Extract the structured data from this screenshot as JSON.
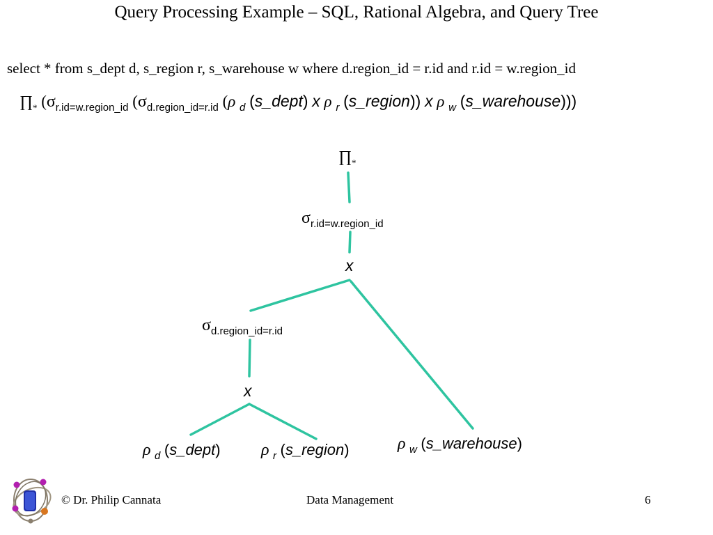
{
  "slide": {
    "title": "Query Processing Example – SQL, Rational Algebra, and Query Tree",
    "sql": "select * from s_dept d, s_region r, s_warehouse w where d.region_id = r.id and r.id = w.region_id"
  },
  "algebra": {
    "pi": "∏",
    "star": "*",
    "sigma": "σ",
    "rho": "ρ",
    "cross": "x",
    "cond_outer": "r.id=w.region_id",
    "cond_inner": "d.region_id=r.id",
    "alias_d": "d",
    "alias_r": "r",
    "alias_w": "w",
    "rel_dept": "s_dept",
    "rel_region": "s_region",
    "rel_warehouse": "s_warehouse"
  },
  "tree": {
    "root": {
      "symbol": "∏",
      "sub": "*"
    },
    "select_outer": {
      "symbol": "σ",
      "sub": "r.id=w.region_id"
    },
    "join_outer": {
      "symbol": "x"
    },
    "select_inner": {
      "symbol": "σ",
      "sub": "d.region_id=r.id"
    },
    "join_inner": {
      "symbol": "x"
    },
    "leaf_dept": {
      "rho": "ρ",
      "alias": "d",
      "relation": "s_dept"
    },
    "leaf_region": {
      "rho": "ρ",
      "alias": "r",
      "relation": "s_region"
    },
    "leaf_warehouse": {
      "rho": "ρ",
      "alias": "w",
      "relation": "s_warehouse"
    },
    "edge_color": "#2ec4a0"
  },
  "footer": {
    "copyright": "© Dr. Philip Cannata",
    "course": "Data Management",
    "page_number": "6"
  }
}
